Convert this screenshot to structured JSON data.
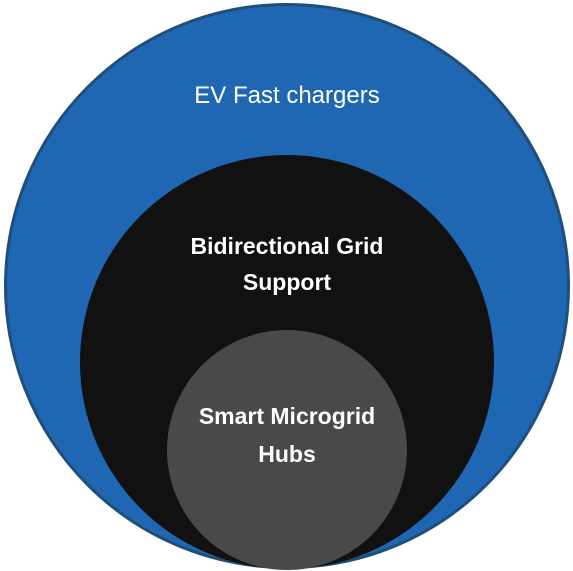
{
  "diagram": {
    "type": "nested-circles",
    "layers": [
      {
        "label": "EV Fast chargers",
        "color": "#1f67b2"
      },
      {
        "label": "Bidirectional Grid\nSupport",
        "color": "#111111"
      },
      {
        "label": "Smart Microgrid\nHubs",
        "color": "#4a4948"
      }
    ]
  }
}
